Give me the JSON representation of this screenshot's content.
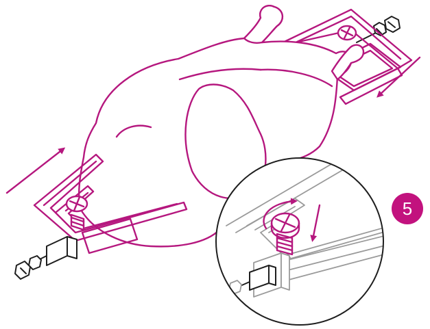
{
  "step": {
    "number": "5",
    "badge_color": "#c2127e"
  },
  "colors": {
    "primary_line": "#b5177e",
    "detail_line": "#9a9a9a",
    "hardware_line": "#1e1e1e",
    "background": "#ffffff"
  },
  "illustration": {
    "subject": "chicken-on-rotisserie-spit",
    "icons": [
      "chicken-outline",
      "spit-fork-left",
      "spit-fork-right",
      "fork-screw-left",
      "fork-screw-right",
      "spit-nut-left",
      "spit-nut-right",
      "push-arrow-left",
      "push-arrow-right",
      "magnifier-circle",
      "tighten-screw-arrow",
      "press-down-arrow"
    ]
  }
}
